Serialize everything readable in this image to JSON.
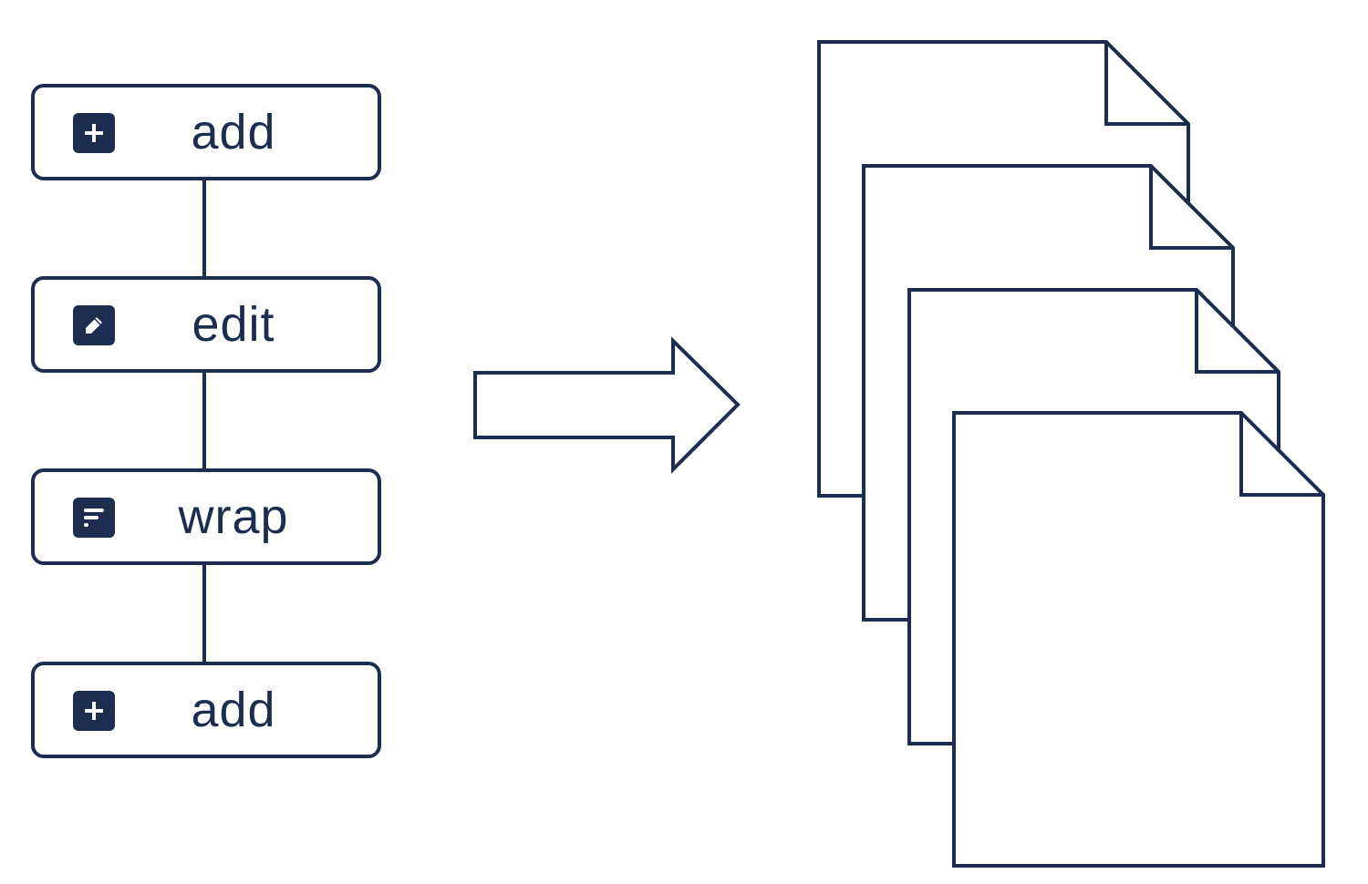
{
  "colors": {
    "stroke": "#1c2d4f",
    "background": "#ffffff"
  },
  "steps": [
    {
      "label": "add",
      "icon": "plus-square-icon"
    },
    {
      "label": "edit",
      "icon": "pencil-square-icon"
    },
    {
      "label": "wrap",
      "icon": "align-lines-square-icon"
    },
    {
      "label": "add",
      "icon": "plus-square-icon"
    }
  ],
  "output": {
    "page_count": 4,
    "icon": "document-page-icon"
  },
  "arrow_icon": "right-arrow-icon"
}
